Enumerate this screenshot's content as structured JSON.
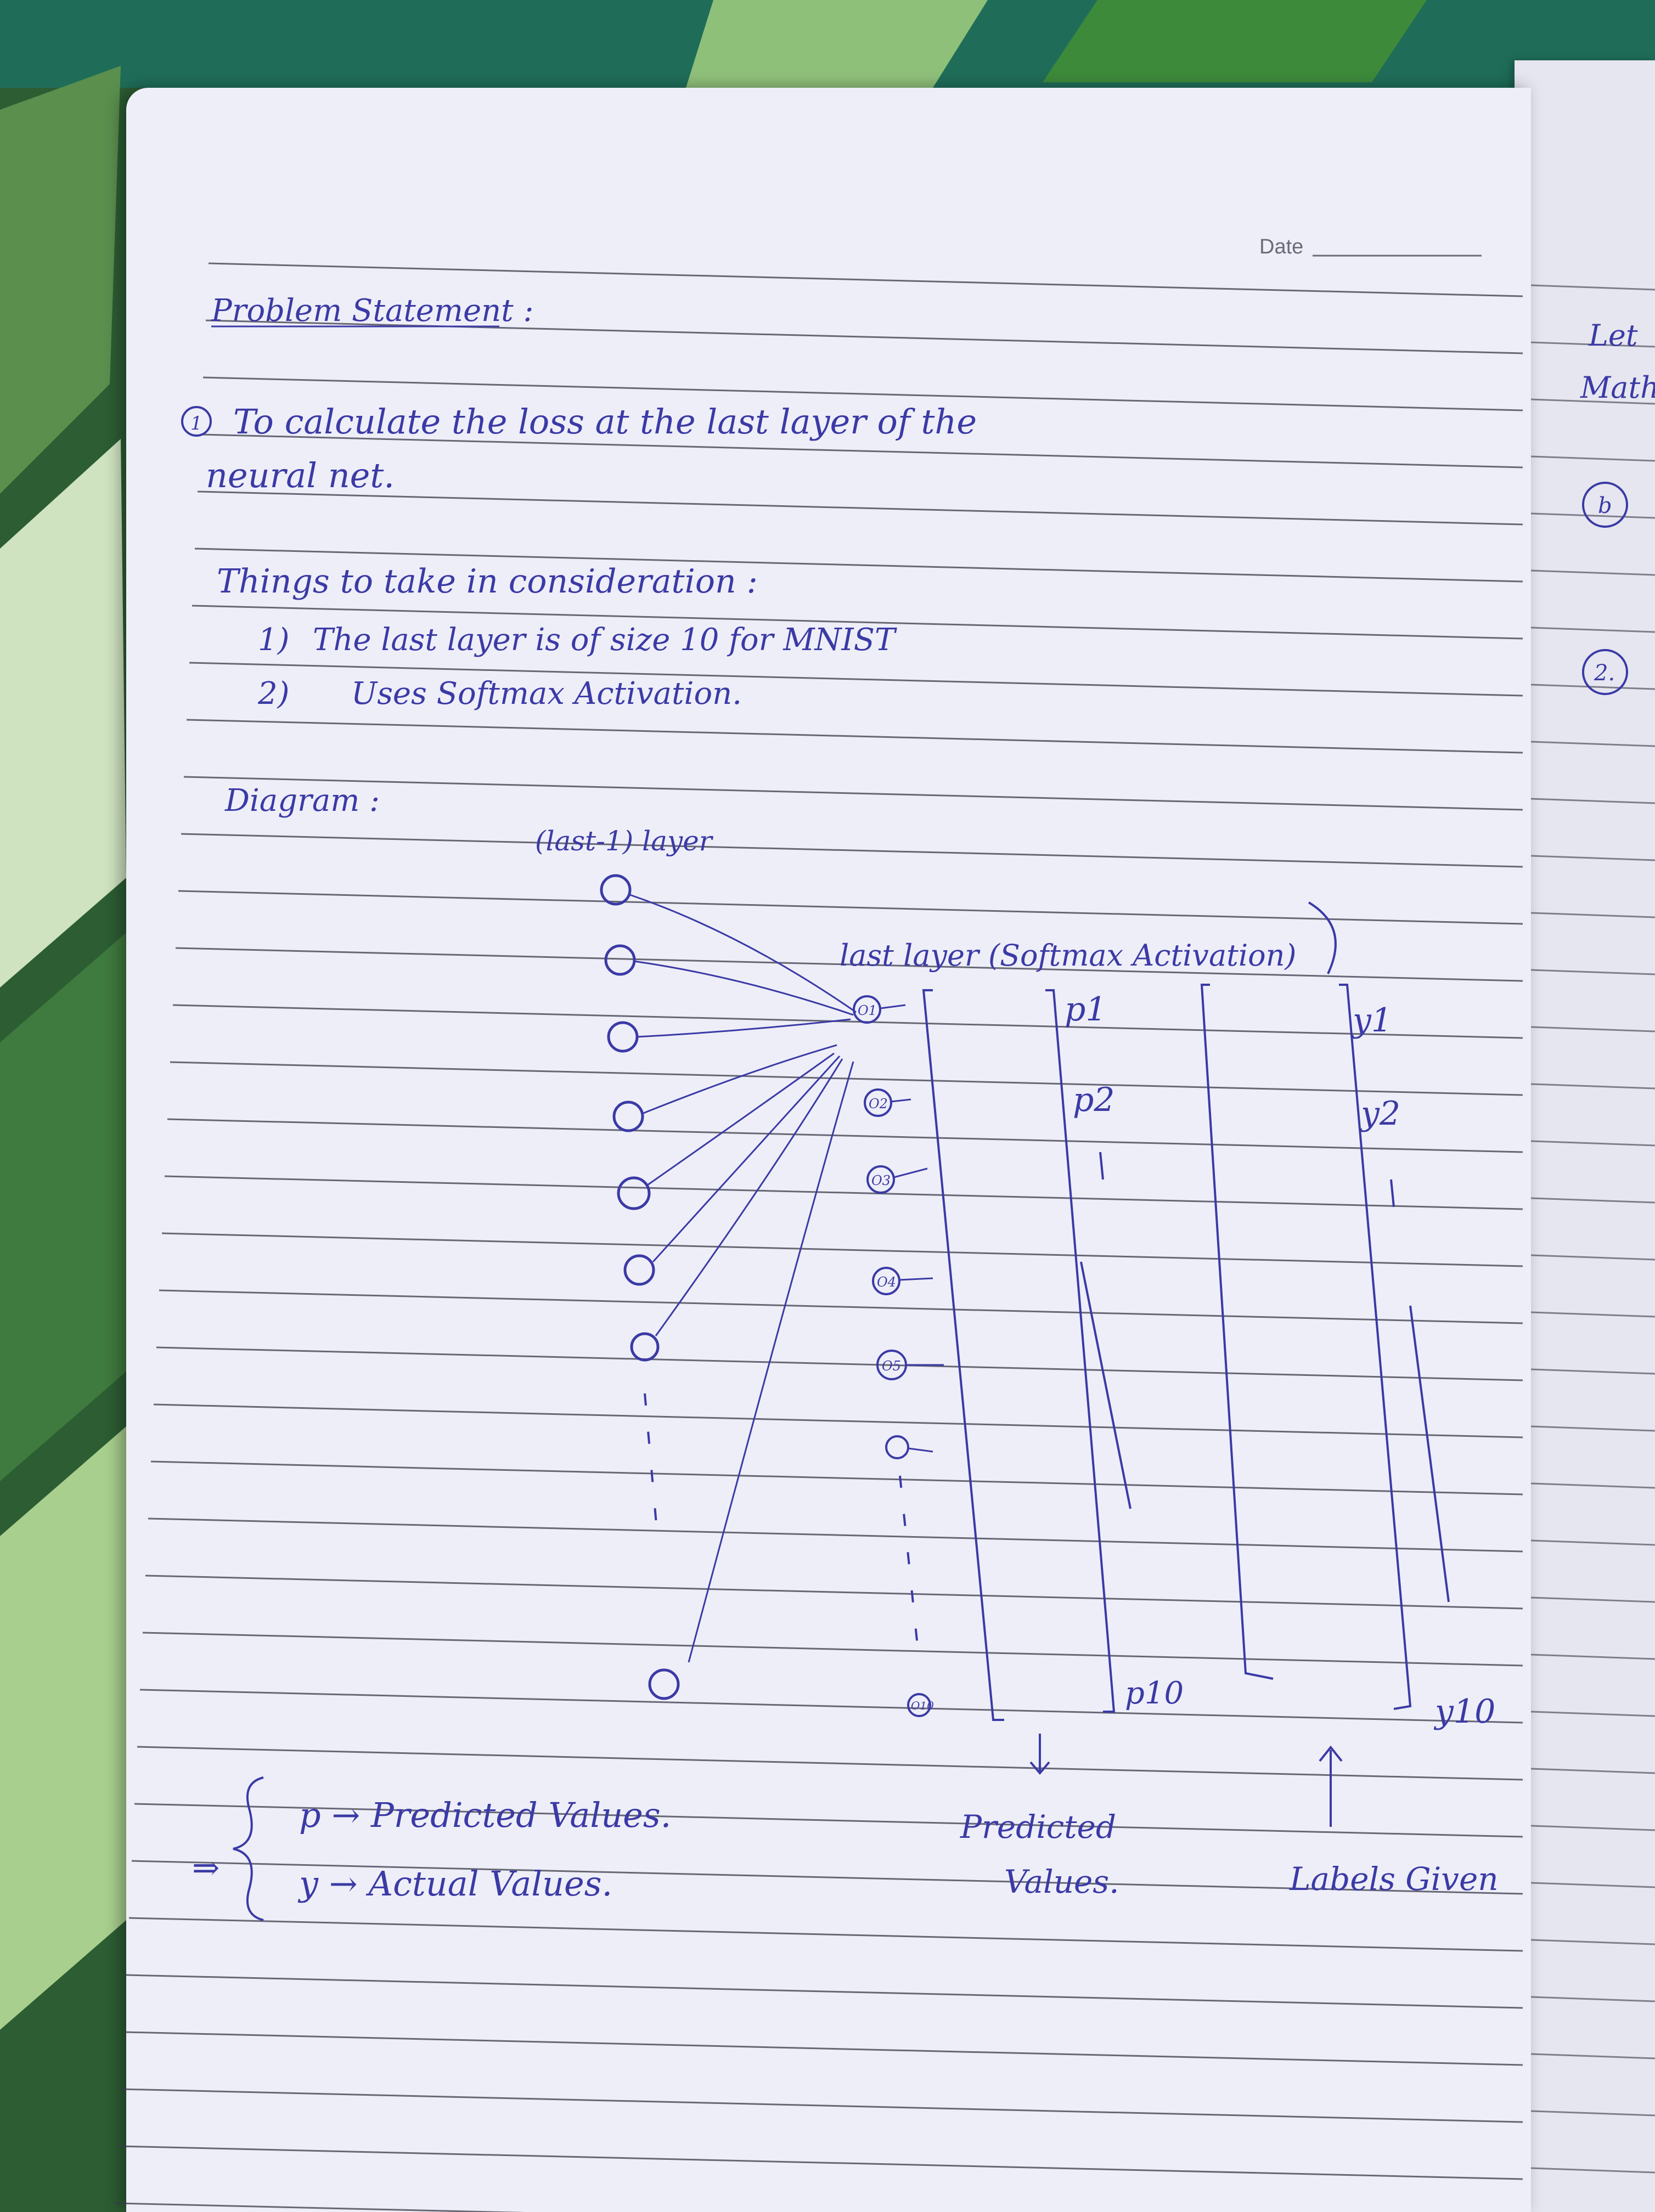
{
  "date_label": "Date",
  "heading": "Problem Statement :",
  "objective": {
    "marker": "1",
    "line1": "To calculate the loss at the last layer of the",
    "line2": "neural net."
  },
  "considerations": {
    "title": "Things to take in consideration :",
    "items": [
      {
        "num": "1)",
        "text": "The last layer is of size 10 for MNIST"
      },
      {
        "num": "2)",
        "text": "Uses Softmax Activation."
      }
    ]
  },
  "diagram": {
    "title": "Diagram :",
    "prev_layer_label": "(last-1) layer",
    "last_layer_label": "last layer (Softmax Activation)",
    "output_nodes": [
      "O1",
      "O2",
      "O3",
      "O4",
      "O5",
      "O10"
    ],
    "predicted_column": {
      "top": [
        "p1",
        "p2"
      ],
      "bottom": "p10"
    },
    "label_column": {
      "top": [
        "y1",
        "y2"
      ],
      "bottom": "y10"
    },
    "predicted_caption_1": "Predicted",
    "predicted_caption_2": "Values.",
    "labels_caption": "Labels Given"
  },
  "legend": {
    "arrow": "⇒",
    "items": [
      "p → Predicted Values.",
      "y → Actual Values."
    ]
  },
  "next_page_fragments": [
    "Let",
    "Math",
    "b",
    "2."
  ],
  "colors": {
    "ink": "#3b3aa6",
    "paper": "#eeeef8",
    "rule": "#3a3a4a",
    "leaf": "#2f6b3c"
  }
}
